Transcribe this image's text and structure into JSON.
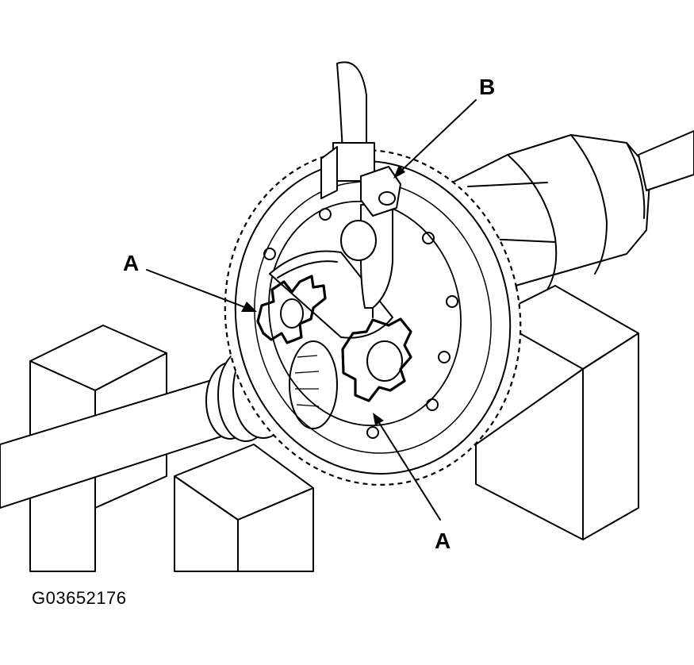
{
  "labels": {
    "callout_a_left": "A",
    "callout_a_bottom": "A",
    "callout_b": "B"
  },
  "figure_id": "G03652176"
}
